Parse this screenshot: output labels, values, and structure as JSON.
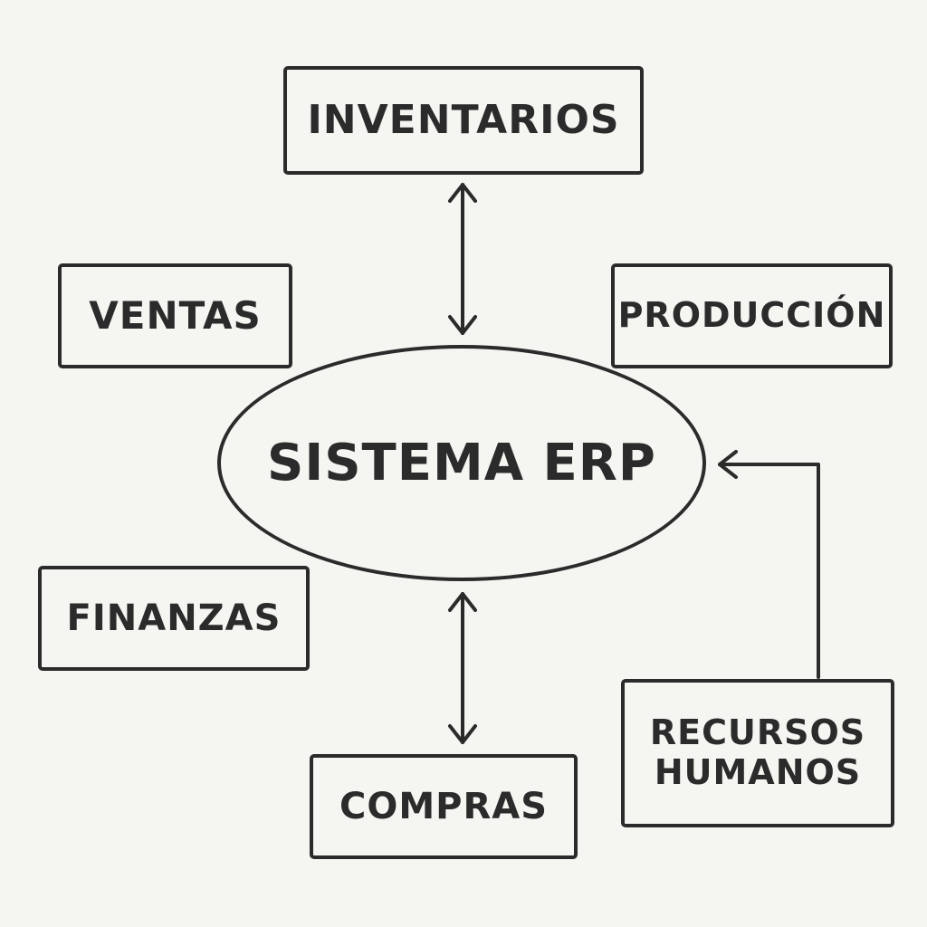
{
  "diagram": {
    "center": {
      "label": "SISTEMA ERP"
    },
    "modules": {
      "inventarios": {
        "label": "INVENTARIOS"
      },
      "ventas": {
        "label": "VENTAS"
      },
      "produccion": {
        "label": "PRODUCCIÓN"
      },
      "finanzas": {
        "label": "FINANZAS"
      },
      "compras": {
        "label": "COMPRAS"
      },
      "recursos_humanos": {
        "line1": "RECURSOS",
        "line2": "HUMANOS"
      }
    },
    "connections": [
      {
        "from": "inventarios",
        "to": "center",
        "direction": "both"
      },
      {
        "from": "center",
        "to": "compras",
        "direction": "both"
      },
      {
        "from": "recursos_humanos",
        "to": "center",
        "direction": "forward"
      }
    ]
  },
  "colors": {
    "background": "#f5f5f2",
    "stroke": "#2b2b2b"
  }
}
